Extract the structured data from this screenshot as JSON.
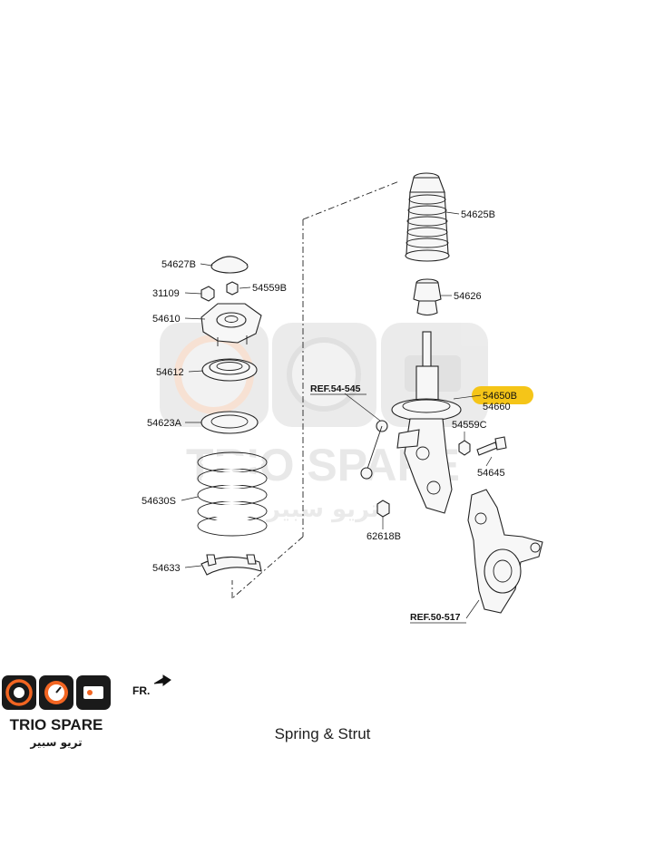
{
  "caption": "Spring & Strut",
  "brand": {
    "name_en": "TRIO SPARE",
    "name_ar": "تريو سبير",
    "colors": {
      "accent": "#f26522",
      "dark": "#1a1a1a",
      "watermark": "#d9d9d9"
    },
    "icons": [
      "gauge-icon",
      "speedometer-icon",
      "engine-icon"
    ]
  },
  "direction_label": "FR.",
  "part_labels": {
    "p54625B": "54625B",
    "p54627B": "54627B",
    "p54559B": "54559B",
    "p31109": "31109",
    "p54626": "54626",
    "p54610": "54610",
    "p54612": "54612",
    "p54650B": "54650B",
    "p54660": "54660",
    "p54559C": "54559C",
    "p54623A": "54623A",
    "p54645": "54645",
    "p54630S": "54630S",
    "p62618B": "62618B",
    "p54633": "54633"
  },
  "references": {
    "ref_stabilizer": "REF.54-545",
    "ref_knuckle": "REF.50-517"
  },
  "highlight_color": "#f5c518"
}
